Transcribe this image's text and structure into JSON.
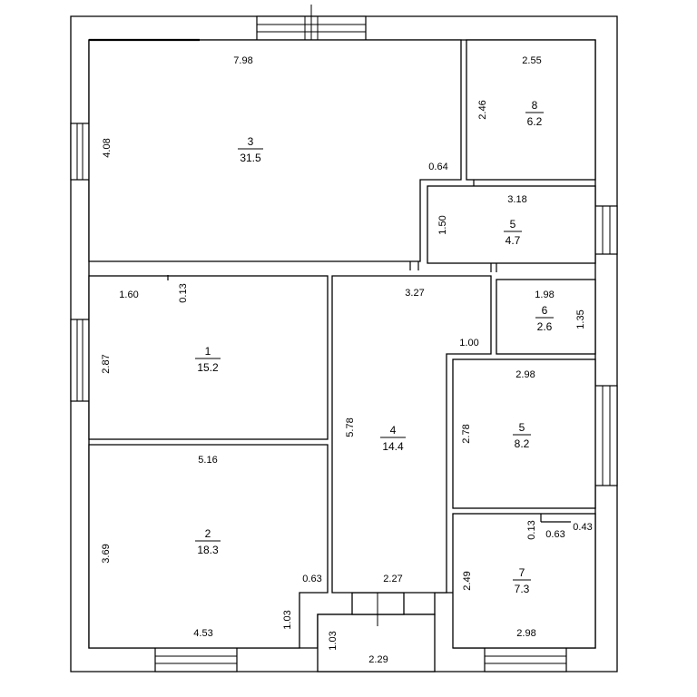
{
  "rooms": [
    {
      "number": "3",
      "area": "31.5"
    },
    {
      "number": "8",
      "area": "6.2"
    },
    {
      "number": "5",
      "area": "4.7"
    },
    {
      "number": "1",
      "area": "15.2"
    },
    {
      "number": "6",
      "area": "2.6"
    },
    {
      "number": "4",
      "area": "14.4"
    },
    {
      "number": "5",
      "area": "8.2"
    },
    {
      "number": "2",
      "area": "18.3"
    },
    {
      "number": "7",
      "area": "7.3"
    }
  ],
  "dimensions": {
    "d_798": "7.98",
    "d_408": "4.08",
    "d_064": "0.64",
    "d_255": "2.55",
    "d_246": "2.46",
    "d_318": "3.18",
    "d_150": "1.50",
    "d_160": "1.60",
    "d_013a": "0.13",
    "d_327": "3.27",
    "d_198": "1.98",
    "d_135": "1.35",
    "d_100": "1.00",
    "d_287": "2.87",
    "d_298a": "2.98",
    "d_578": "5.78",
    "d_278": "2.78",
    "d_516": "5.16",
    "d_369": "3.69",
    "d_013b": "0.13",
    "d_063a": "0.63",
    "d_043": "0.43",
    "d_063b": "0.63",
    "d_227": "2.27",
    "d_249": "2.49",
    "d_103a": "1.03",
    "d_453": "4.53",
    "d_103b": "1.03",
    "d_229": "2.29",
    "d_298b": "2.98"
  }
}
